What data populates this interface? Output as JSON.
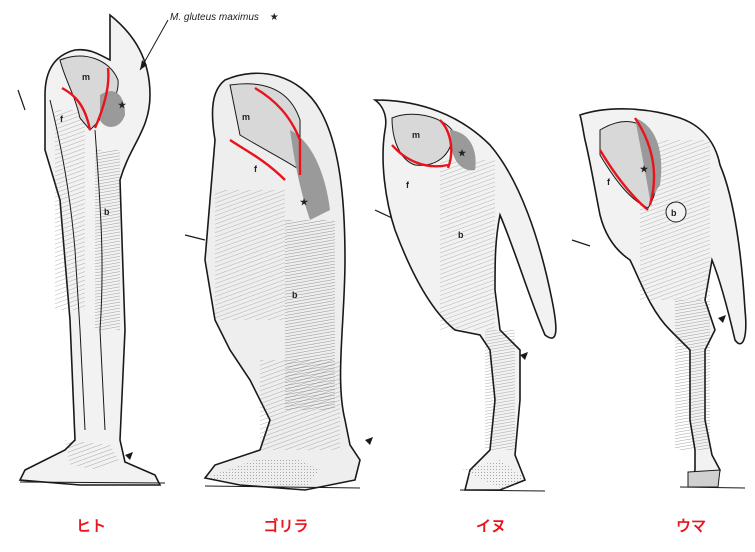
{
  "annotation": {
    "label": "M. gluteus maximus",
    "marker": "★"
  },
  "captions": [
    "ヒト",
    "ゴリラ",
    "イヌ",
    "ウマ"
  ],
  "muscle_labels": {
    "m": "m",
    "f": "f",
    "b": "b",
    "star": "★"
  },
  "colors": {
    "outline": "#e8141c",
    "ink": "#1a1a1a",
    "shade": "#9a9a9a",
    "light": "#d8d8d8"
  }
}
